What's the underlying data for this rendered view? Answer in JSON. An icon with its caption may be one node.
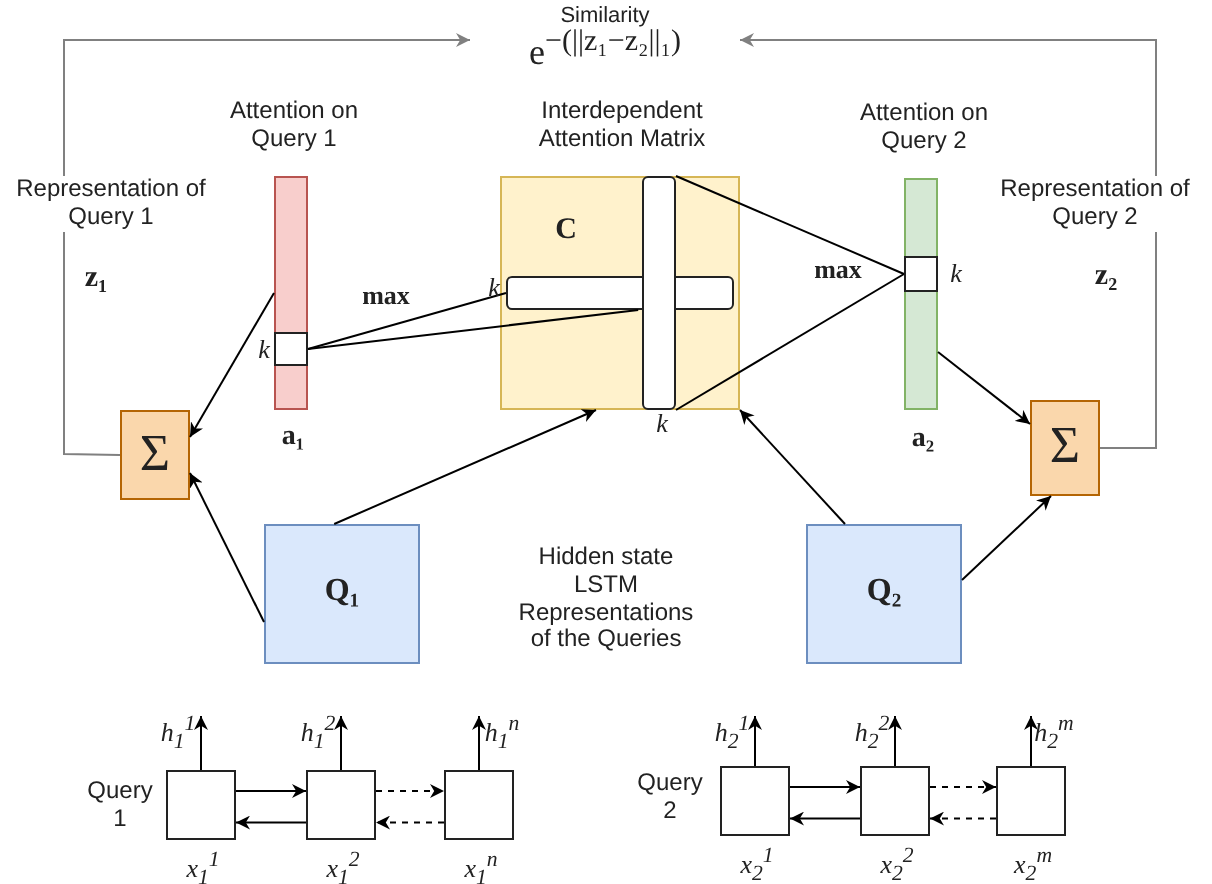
{
  "diagram": {
    "nodes": [
      {
        "text": [
          "Similarity",
          "e$^{−(||z₁−z₂||₁)}$"
        ]
      },
      {
        "text": [
          "Attention on Query 1"
        ],
        "beside": [
          "a₁"
        ]
      },
      {
        "text": [],
        "shape": "box",
        "in": 1,
        "beside": [
          "k"
        ]
      },
      {
        "text": [
          "Interdependent Attention Matrix",
          "C"
        ]
      },
      {
        "text": [],
        "shape": "bar",
        "in": 3,
        "beside": [
          "k"
        ]
      },
      {
        "text": [],
        "shape": "bar",
        "in": 3,
        "beside": [
          "k"
        ]
      },
      {
        "text": [
          "Attention on Query 2"
        ],
        "beside": [
          "a₂"
        ]
      },
      {
        "text": [],
        "shape": "box",
        "in": 6,
        "beside": [
          "k"
        ]
      },
      {
        "text": [
          "Σ"
        ]
      },
      {
        "text": [
          "Σ"
        ]
      },
      {
        "text": [
          "Q₁"
        ]
      },
      {
        "text": [
          "Q₂"
        ]
      },
      {
        "text": [],
        "shape": "box",
        "beside": [
          "Query 1",
          "x$_{1}$$^{1}$"
        ]
      },
      {
        "text": [],
        "shape": "box",
        "beside": [
          "x$_{1}$$^{2}$"
        ]
      },
      {
        "text": [],
        "shape": "box",
        "beside": [
          "x$_{1}$$^{n}$"
        ]
      },
      {
        "text": [],
        "shape": "box",
        "beside": [
          "Query 2",
          "x$_{2}$$^{1}$"
        ]
      },
      {
        "text": [],
        "shape": "box",
        "beside": [
          "x$_{2}$$^{2}$"
        ]
      },
      {
        "text": [],
        "shape": "box",
        "beside": [
          "x$_{2}$$^{m}$"
        ]
      }
    ],
    "edges": [
      {
        "from": 8,
        "to": 0,
        "arrow": "to",
        "color": "#808080"
      },
      {
        "from": 9,
        "to": 0,
        "arrow": "to",
        "color": "#808080"
      },
      {
        "from": 1,
        "to": 8,
        "arrow": "to"
      },
      {
        "from": 2,
        "to": 4,
        "arrow": "none",
        "label": "max"
      },
      {
        "from": 2,
        "to": 4,
        "arrow": "none"
      },
      {
        "from": 7,
        "to": 5,
        "arrow": "none",
        "label": "max"
      },
      {
        "from": 7,
        "to": 5,
        "arrow": "none"
      },
      {
        "from": 6,
        "to": 9,
        "arrow": "to"
      },
      {
        "from": 10,
        "to": 8,
        "arrow": "to"
      },
      {
        "from": 10,
        "to": 3,
        "arrow": "to"
      },
      {
        "from": 11,
        "to": 3,
        "arrow": "to"
      },
      {
        "from": 11,
        "to": 9,
        "arrow": "to"
      },
      {
        "from": 12,
        "to": 13,
        "arrow": "to"
      },
      {
        "from": 13,
        "to": 12,
        "arrow": "to"
      },
      {
        "from": 13,
        "to": 14,
        "arrow": "to",
        "style": "dashed"
      },
      {
        "from": 14,
        "to": 13,
        "arrow": "to",
        "style": "dashed"
      },
      {
        "from": 15,
        "to": 16,
        "arrow": "to"
      },
      {
        "from": 16,
        "to": 15,
        "arrow": "to"
      },
      {
        "from": 16,
        "to": 17,
        "arrow": "to",
        "style": "dashed"
      },
      {
        "from": 17,
        "to": 16,
        "arrow": "to",
        "style": "dashed"
      },
      {
        "from": 12,
        "to": null,
        "arrow": "to",
        "label": "h$_{1}$$^{1}$"
      },
      {
        "from": 13,
        "to": null,
        "arrow": "to",
        "label": "h$_{1}$$^{2}$"
      },
      {
        "from": 14,
        "to": null,
        "arrow": "to",
        "label": "h$_{1}$$^{n}$"
      },
      {
        "from": 15,
        "to": null,
        "arrow": "to",
        "label": "h$_{2}$$^{1}$"
      },
      {
        "from": 16,
        "to": null,
        "arrow": "to",
        "label": "h$_{2}$$^{2}$"
      },
      {
        "from": 17,
        "to": null,
        "arrow": "to",
        "label": "h$_{2}$$^{m}$"
      }
    ],
    "labels": [
      "Representation of Query 1",
      "z₁",
      "Representation of Query 2",
      "z₂",
      "Hidden state LSTM Representations of the Queries"
    ]
  }
}
